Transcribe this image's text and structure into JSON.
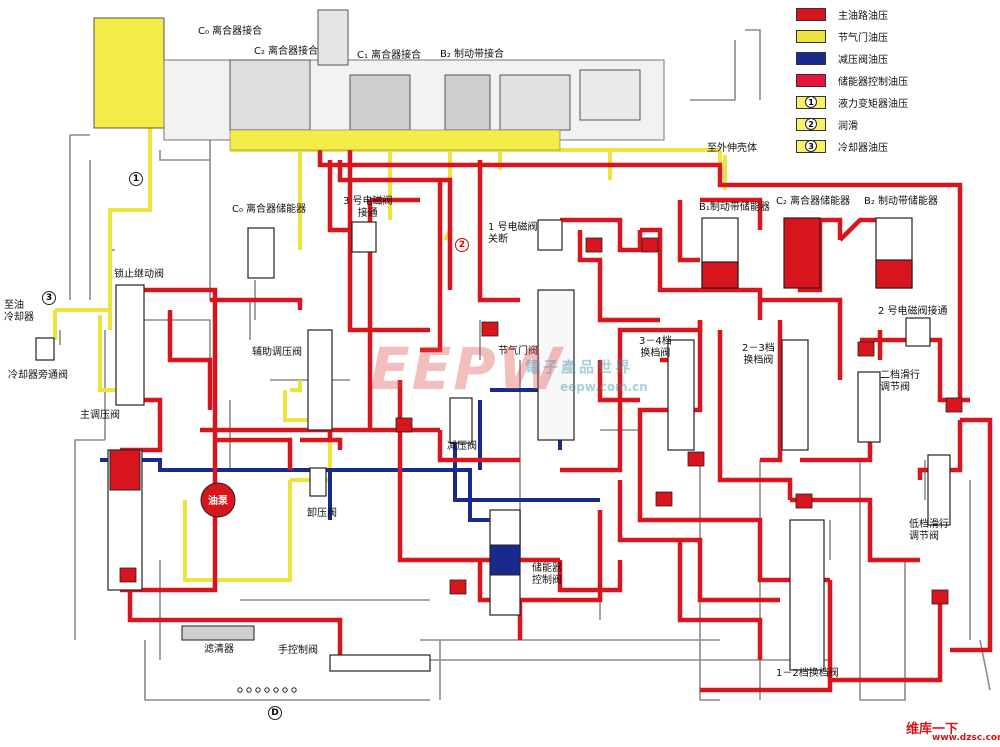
{
  "colors": {
    "main": "#d8141c",
    "throttle": "#ece43c",
    "reducing": "#1a2a8c",
    "accumulator": "#e8143c",
    "converter": "#f4ec48",
    "lube": "#f4ec48",
    "cooler": "#f4ec48",
    "drain": "#9a9a9a"
  },
  "legend": [
    {
      "color": "#d8141c",
      "mark": "",
      "label": "主油路油压"
    },
    {
      "color": "#ece43c",
      "mark": "",
      "label": "节气门油压"
    },
    {
      "color": "#1a2a8c",
      "mark": "",
      "label": "减压阀油压"
    },
    {
      "color": "#e8143c",
      "mark": "",
      "label": "储能器控制油压"
    },
    {
      "color": "#f8f068",
      "mark": "1",
      "label": "液力变矩器油压"
    },
    {
      "color": "#f8f068",
      "mark": "2",
      "label": "润滑"
    },
    {
      "color": "#f8f068",
      "mark": "3",
      "label": "冷却器油压"
    }
  ],
  "labels": {
    "c0_clutch": "C₀ 离合器接合",
    "c2_clutch": "C₂ 离合器接合",
    "c1_clutch": "C₁ 离合器接合",
    "b2_brake": "B₂ 制动带接合",
    "to_case": "至外伸壳体",
    "c0_accum": "C₀ 离合器储能器",
    "sol3": "3 号电磁阀\n接通",
    "sol1": "1 号电磁阀\n关断",
    "b1_accum": "B₁制动带储能器",
    "c2_accum": "C₂ 离合器储能器",
    "b2_accum": "B₂ 制动带储能器",
    "sol2": "2 号电磁阀接通",
    "lockup": "锁止继动阀",
    "to_cooler": "至油\n冷却器",
    "cooler_bypass": "冷却器旁通阀",
    "main_reg": "主调压阀",
    "aux_reg": "辅助调压阀",
    "throttle_valve": "节气门阀",
    "shift34": "3－4档\n换档阀",
    "shift23": "2－3档\n换档阀",
    "second_coast": "二档滑行\n调节阀",
    "reducing_valve": "减压阀",
    "relief": "卸压阀",
    "pump": "油泵",
    "low_coast": "低档滑行\n调节阀",
    "accum_ctrl": "储能器\n控制阀",
    "filter": "滤清器",
    "manual": "手控制阀",
    "shift12": "1－2档换档阀",
    "manual_d": "D"
  },
  "marks": {
    "m1": "1",
    "m2": "2",
    "m3": "3"
  },
  "watermark": {
    "brand": "EEPW",
    "cn": "電子產品世界",
    "site": "eepw.com.cn",
    "corner_cn": "维库一下",
    "corner_site": "www.dzsc.com"
  }
}
